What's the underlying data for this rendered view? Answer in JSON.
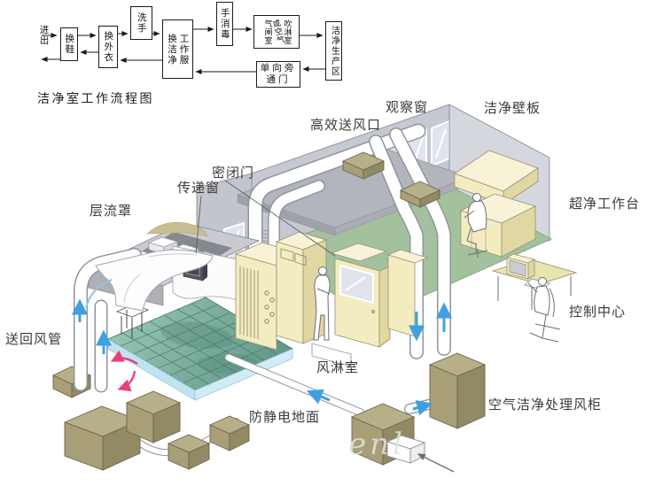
{
  "palette": {
    "label_text": "#3a3a3a",
    "wall_gray": "#c6c9d2",
    "wall_light": "#d5d7df",
    "band_gray": "#b3b5bc",
    "slab_gray": "#c9cbd1",
    "floor_green": "#a2c19c",
    "grid_teal_light": "#9ccab8",
    "grid_teal_dark": "#659a8a",
    "plenum_cyan": "#bfe4f0",
    "equipment_cream": "#f2ecc0",
    "box_khaki": "#a89f77",
    "duct_white": "#ffffff",
    "duct_outline": "#8f959d",
    "arrow_blue": "#3fa0e0",
    "arrow_pink": "#e8407a"
  },
  "flowchart": {
    "caption": "洁净室工作流程图",
    "entry": "进出",
    "n_shoes": "换鞋",
    "n_coat": "换外衣",
    "n_wash": "洗手",
    "n_clean_col1": "换洁净",
    "n_clean_col2": "工作服",
    "n_disinfect": "手消毒",
    "n_shower_col1": "气闸室",
    "n_shower_col2": "或空气",
    "n_shower_col3": "吹淋室",
    "n_prod": "洁净生产区",
    "n_bypass_line1": "单向旁",
    "n_bypass_line2": "通门"
  },
  "labels": {
    "laminar_hood": "层流罩",
    "transfer_window": "传递窗",
    "sealed_door": "密闭门",
    "hepa_outlet": "高效送风口",
    "observation_window": "观察窗",
    "clean_panel": "洁净壁板",
    "clean_bench": "超净工作台",
    "control_center": "控制中心",
    "supply_return_duct": "送回风管",
    "air_shower": "风淋室",
    "antistatic_floor": "防静电地面",
    "ahu_cabinet": "空气洁净处理风柜"
  },
  "watermark": "enl"
}
